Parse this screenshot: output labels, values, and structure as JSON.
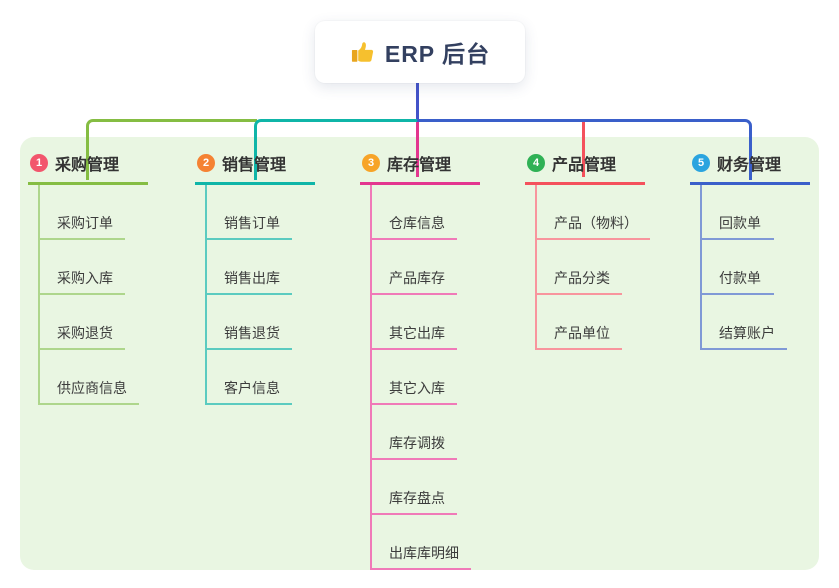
{
  "root": {
    "icon": "thumbs-up-icon",
    "label": "ERP 后台"
  },
  "connector": {
    "root_color": "#4353c9"
  },
  "panel_color": "#e9f6e2",
  "branches": [
    {
      "num": "1",
      "label": "采购管理",
      "badge_color": "#f2566d",
      "line_color": "#85bd43",
      "child_line_color": "#aed68c",
      "children": [
        "采购订单",
        "采购入库",
        "采购退货",
        "供应商信息"
      ]
    },
    {
      "num": "2",
      "label": "销售管理",
      "badge_color": "#f58233",
      "line_color": "#0fb5a8",
      "child_line_color": "#5bcbc0",
      "children": [
        "销售订单",
        "销售出库",
        "销售退货",
        "客户信息"
      ]
    },
    {
      "num": "3",
      "label": "库存管理",
      "badge_color": "#f7a428",
      "line_color": "#e3368f",
      "child_line_color": "#f07ab8",
      "children": [
        "仓库信息",
        "产品库存",
        "其它出库",
        "其它入库",
        "库存调拨",
        "库存盘点",
        "出库库明细"
      ]
    },
    {
      "num": "4",
      "label": "产品管理",
      "badge_color": "#2fb155",
      "line_color": "#f4515c",
      "child_line_color": "#f8959d",
      "children": [
        "产品（物料）",
        "产品分类",
        "产品单位"
      ]
    },
    {
      "num": "5",
      "label": "财务管理",
      "badge_color": "#2ba4df",
      "line_color": "#3a5fca",
      "child_line_color": "#8099d6",
      "children": [
        "回款单",
        "付款单",
        "结算账户"
      ]
    }
  ]
}
